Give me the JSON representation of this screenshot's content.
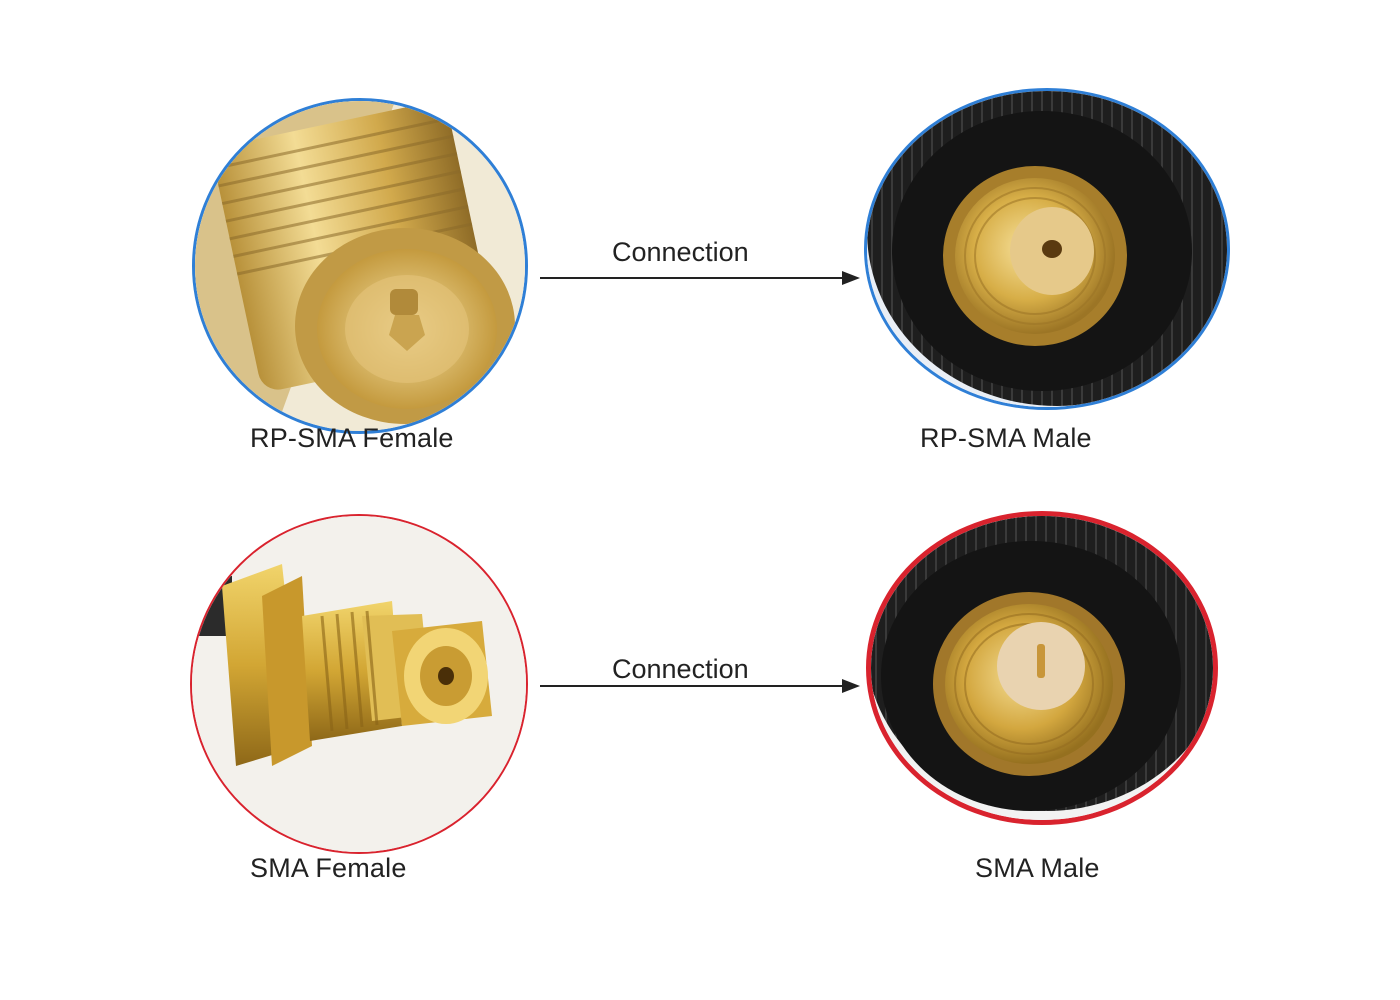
{
  "colors": {
    "rp_ring": "#2f7fd6",
    "sma_ring": "#d9232e",
    "gold": "#d8b24a",
    "rubber": "#1c1c1c"
  },
  "rows": [
    {
      "ring_color": "#2f7fd6",
      "female": {
        "label": "RP-SMA Female",
        "icon": "rp-sma-female-connector-icon"
      },
      "connection_label": "Connection",
      "male": {
        "label": "RP-SMA Male",
        "icon": "rp-sma-male-connector-icon"
      }
    },
    {
      "ring_color": "#d9232e",
      "female": {
        "label": "SMA Female",
        "icon": "sma-female-connector-icon"
      },
      "connection_label": "Connection",
      "male": {
        "label": "SMA Male",
        "icon": "sma-male-connector-icon"
      }
    }
  ]
}
